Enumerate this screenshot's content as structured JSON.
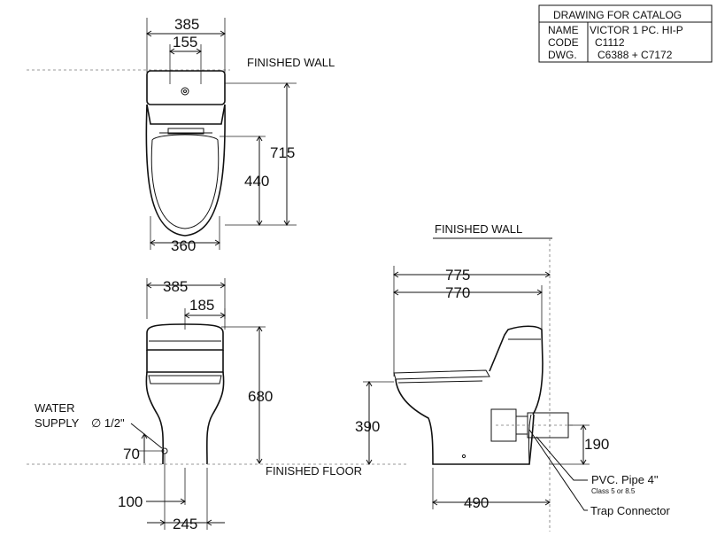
{
  "title_block": {
    "heading": "DRAWING FOR CATALOG",
    "rows": [
      {
        "key": "NAME",
        "value": "VICTOR 1 PC. HI-P"
      },
      {
        "key": "CODE",
        "value": "C1112"
      },
      {
        "key": "DWG.",
        "value": "C6388 + C7172"
      }
    ]
  },
  "top_view": {
    "dims": {
      "width_total": "385",
      "width_outlet": "155",
      "depth_total": "715",
      "depth_seat": "440",
      "width_seat": "360"
    },
    "finished_wall": "FINISHED WALL"
  },
  "front_view": {
    "dims": {
      "width_total": "385",
      "inlet_offset": "185",
      "height_total": "680",
      "supply_height": "70",
      "supply_offset": "100",
      "base_width": "245"
    },
    "water_supply_line1": "WATER",
    "water_supply_line2": "SUPPLY",
    "water_supply_size": "∅ 1/2\"",
    "finished_floor": "FINISHED FLOOR"
  },
  "side_view": {
    "finished_wall": "FINISHED WALL",
    "dims": {
      "length_total": "775",
      "length_bowl": "770",
      "seat_height": "390",
      "outlet_height": "190",
      "rough_in": "490"
    },
    "pipe_label": "PVC. Pipe 4\"",
    "pipe_class": "Class 5 or 8.5",
    "trap_label": "Trap Connector"
  }
}
